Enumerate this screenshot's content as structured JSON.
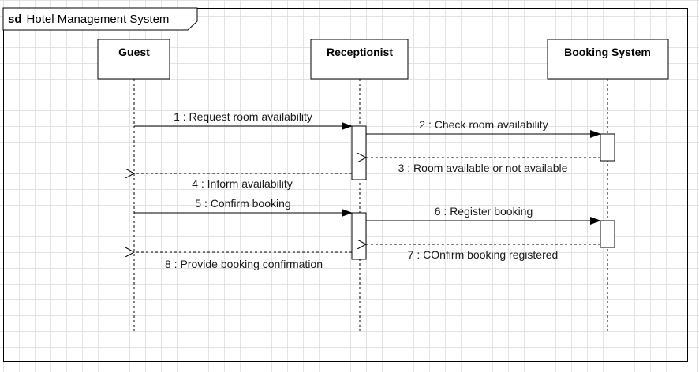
{
  "diagram": {
    "frame_keyword": "sd",
    "frame_title": "Hotel Management System",
    "lifelines": [
      {
        "id": "guest",
        "name": "Guest"
      },
      {
        "id": "receptionist",
        "name": "Receptionist"
      },
      {
        "id": "booking",
        "name": "Booking System"
      }
    ],
    "messages": [
      {
        "label": "1 : Request room availability",
        "from": "guest",
        "to": "receptionist",
        "type": "sync"
      },
      {
        "label": "2 : Check room availability",
        "from": "receptionist",
        "to": "booking",
        "type": "sync"
      },
      {
        "label": "3 : Room available or not available",
        "from": "booking",
        "to": "receptionist",
        "type": "reply"
      },
      {
        "label": "4 : Inform availability",
        "from": "receptionist",
        "to": "guest",
        "type": "reply"
      },
      {
        "label": "5 : Confirm booking",
        "from": "guest",
        "to": "receptionist",
        "type": "sync"
      },
      {
        "label": "6 : Register booking",
        "from": "receptionist",
        "to": "booking",
        "type": "sync"
      },
      {
        "label": "7 : COnfirm booking registered",
        "from": "booking",
        "to": "receptionist",
        "type": "reply"
      },
      {
        "label": "8 : Provide booking confirmation",
        "from": "receptionist",
        "to": "guest",
        "type": "reply"
      }
    ]
  }
}
